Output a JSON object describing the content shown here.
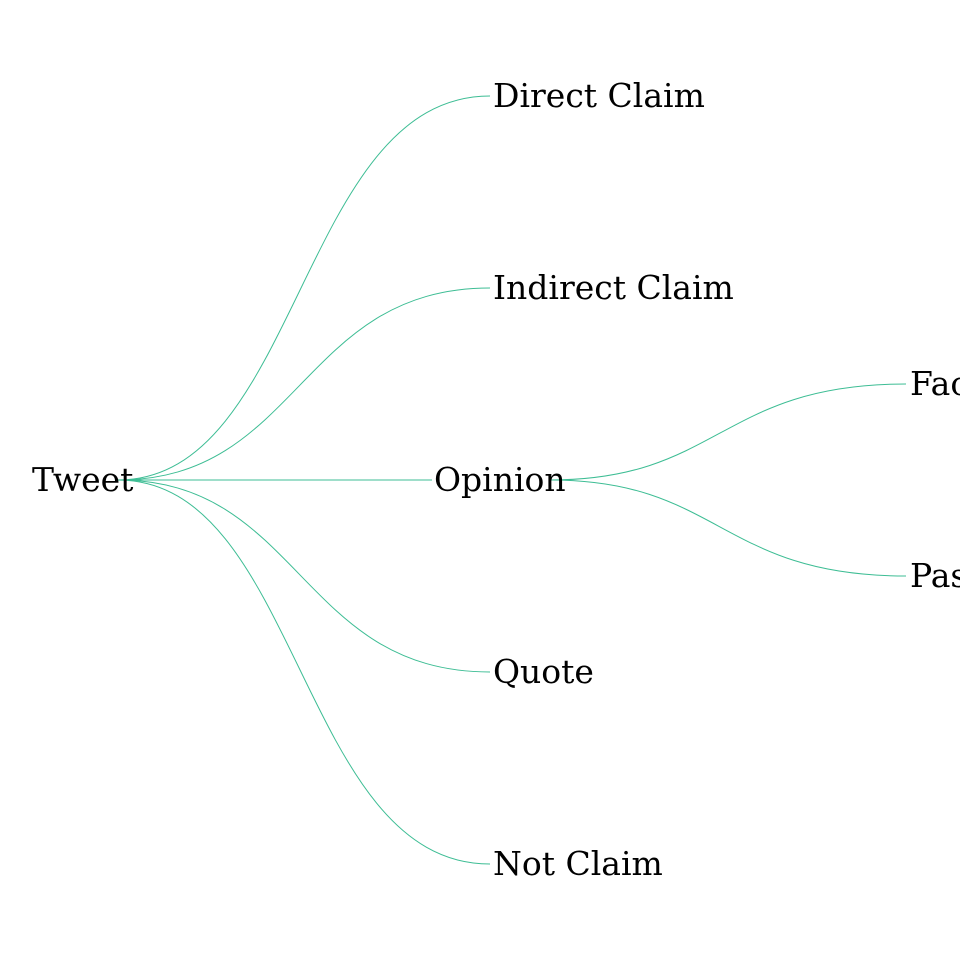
{
  "tree": {
    "root": {
      "label": "Tweet"
    },
    "children": [
      {
        "label": "Direct Claim"
      },
      {
        "label": "Indirect Claim"
      },
      {
        "label": "Opinion",
        "children": [
          {
            "label": "Fac"
          },
          {
            "label": "Pas"
          }
        ]
      },
      {
        "label": "Quote"
      },
      {
        "label": "Not Claim"
      }
    ]
  },
  "colors": {
    "link": "#3dbd94",
    "text": "#000000",
    "background": "#ffffff"
  }
}
